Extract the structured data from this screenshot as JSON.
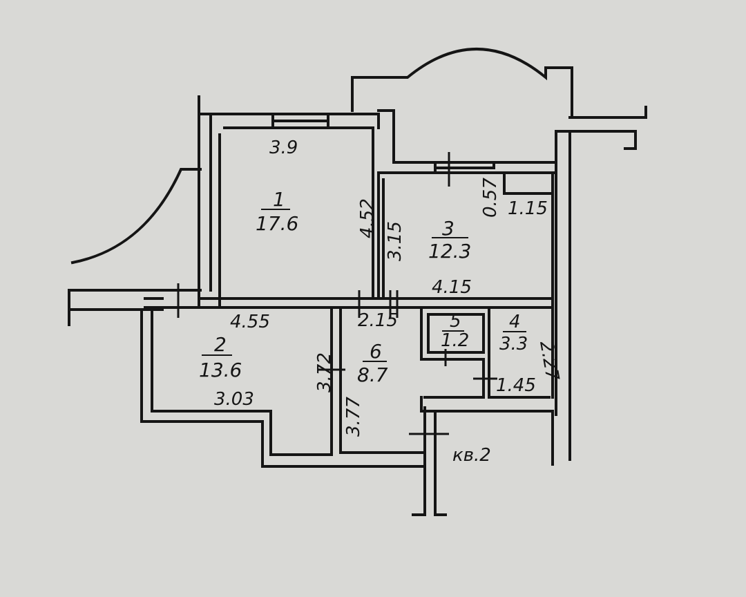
{
  "rooms": [
    {
      "number": "1",
      "area": "17.6"
    },
    {
      "number": "2",
      "area": "13.6"
    },
    {
      "number": "3",
      "area": "12.3"
    },
    {
      "number": "4",
      "area": "3.3"
    },
    {
      "number": "5",
      "area": "1.2"
    },
    {
      "number": "6",
      "area": "8.7"
    }
  ],
  "dimensions": {
    "room1_width": "3.9",
    "room1_length": "4.52",
    "room3_height": "3.15",
    "room3_width": "4.15",
    "room3_niche_depth": "0.57",
    "room3_niche_width": "1.15",
    "room2_width": "4.55",
    "room2_height": "3.72",
    "room2_bottom": "3.03",
    "room6_width": "2.15",
    "room6_height": "3.77",
    "room4_height": "2.27",
    "room4_width": "1.45"
  },
  "apartment_label": "кв.2"
}
